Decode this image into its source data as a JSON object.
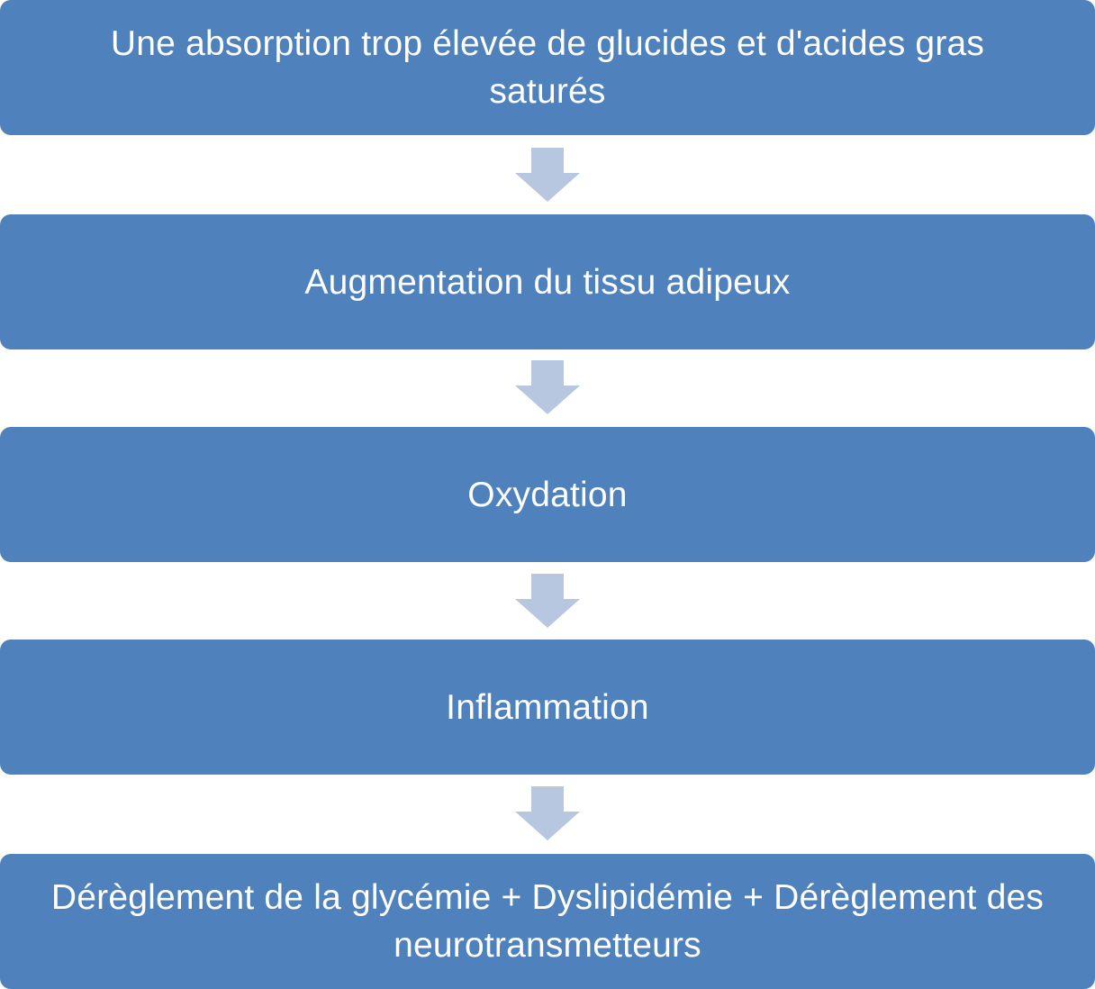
{
  "colors": {
    "box_fill": "#4f81bd",
    "box_text": "#ffffff",
    "arrow_fill": "#b8c7e0"
  },
  "steps": [
    {
      "label": "Une absorption trop élevée de glucides et d'acides gras saturés"
    },
    {
      "label": "Augmentation du tissu adipeux"
    },
    {
      "label": "Oxydation"
    },
    {
      "label": "Inflammation"
    },
    {
      "label": "Dérèglement de la glycémie + Dyslipidémie + Dérèglement des neurotransmetteurs"
    }
  ],
  "arrows": [
    {
      "icon": "down-arrow-icon"
    },
    {
      "icon": "down-arrow-icon"
    },
    {
      "icon": "down-arrow-icon"
    },
    {
      "icon": "down-arrow-icon"
    }
  ]
}
